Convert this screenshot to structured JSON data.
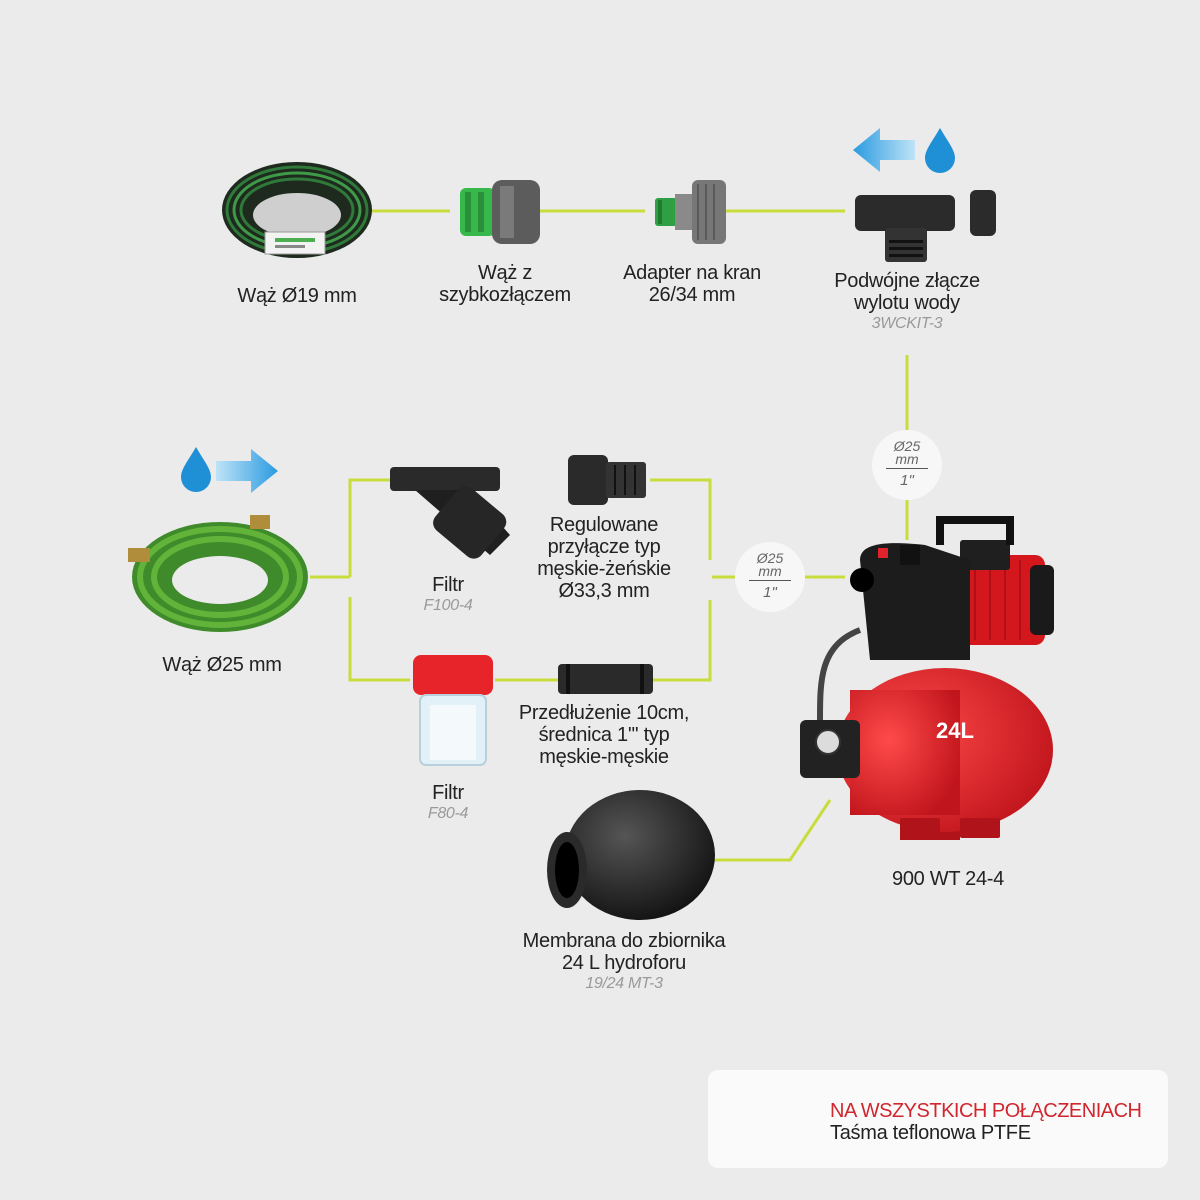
{
  "colors": {
    "background": "#ebebeb",
    "connector_line": "#c8dc3c",
    "arrow_blue": "#2a9be0",
    "pump_red": "#e0222a",
    "tape_green": "#0f8a6a",
    "accent_red_text": "#d0262d"
  },
  "components": {
    "hose19": {
      "label": "Wąż Ø19 mm"
    },
    "quick_hose": {
      "line1": "Wąż z",
      "line2": "szybkozłączem"
    },
    "tap_adapter": {
      "line1": "Adapter na kran",
      "line2": "26/34 mm"
    },
    "double_outlet": {
      "line1": "Podwójne złącze",
      "line2": "wylotu wody",
      "code": "3WCKIT-3"
    },
    "hose25": {
      "label": "Wąż Ø25 mm"
    },
    "filter_f100": {
      "label": "Filtr",
      "code": "F100-4"
    },
    "adjustable_connector": {
      "line1": "Regulowane",
      "line2": "przyłącze typ",
      "line3": "męskie-żeńskie",
      "line4": "Ø33,3 mm"
    },
    "extension": {
      "line1": "Przedłużenie 10cm,",
      "line2": "średnica 1''' typ",
      "line3": "męskie-męskie"
    },
    "filter_f80": {
      "label": "Filtr",
      "code": "F80-4"
    },
    "membrane": {
      "line1": "Membrana do zbiornika",
      "line2": "24 L hydroforu",
      "code": "19/24 MT-3"
    },
    "pump": {
      "label": "900 WT 24-4",
      "tank_text": "24L"
    }
  },
  "badges": {
    "outlet": {
      "top1": "Ø25",
      "top2": "mm",
      "bottom": "1\""
    },
    "inlet": {
      "top1": "Ø25",
      "top2": "mm",
      "bottom": "1\""
    }
  },
  "icons": {
    "outlet_flow": [
      "arrow-left-icon",
      "water-drop-icon"
    ],
    "inlet_flow": [
      "water-drop-icon",
      "arrow-right-icon"
    ]
  },
  "tape_note": {
    "title": "NA WSZYSTKICH POŁĄCZENIACH",
    "subtitle": "Taśma teflonowa PTFE"
  }
}
